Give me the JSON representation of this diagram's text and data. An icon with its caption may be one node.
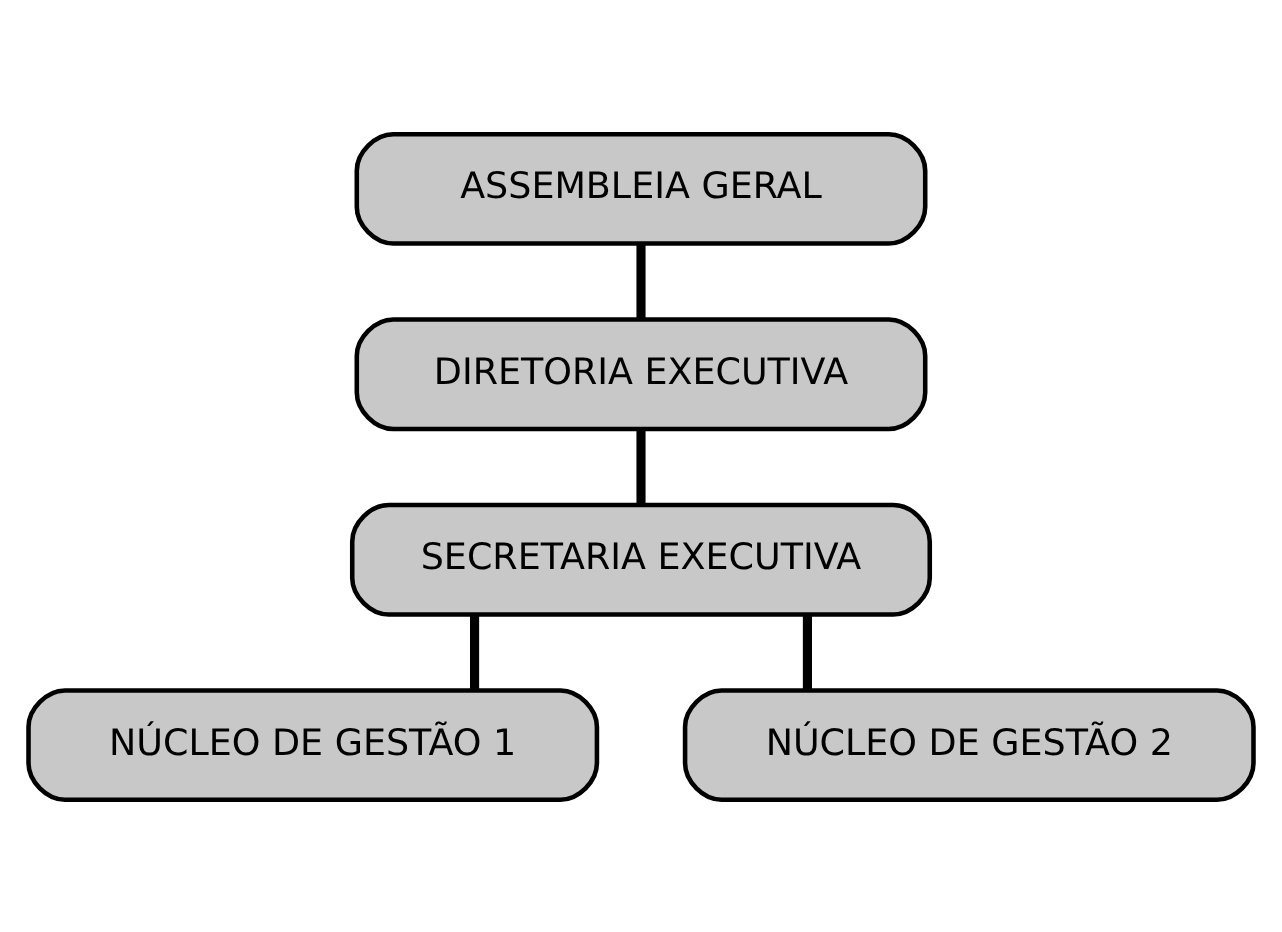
{
  "diagram": {
    "nodes": [
      {
        "text": [
          "ASSEMBLEIA GERAL"
        ]
      },
      {
        "text": [
          "DIRETORIA EXECUTIVA"
        ]
      },
      {
        "text": [
          "SECRETARIA EXECUTIVA"
        ]
      },
      {
        "text": [
          "NÚCLEO DE GESTÃO 1"
        ]
      },
      {
        "text": [
          "NÚCLEO DE GESTÃO 2"
        ]
      }
    ],
    "edges": [
      {
        "from": 0,
        "to": 1,
        "arrow": "none"
      },
      {
        "from": 1,
        "to": 2,
        "arrow": "none"
      },
      {
        "from": 2,
        "to": 3,
        "arrow": "none"
      },
      {
        "from": 2,
        "to": 4,
        "arrow": "none"
      }
    ]
  }
}
